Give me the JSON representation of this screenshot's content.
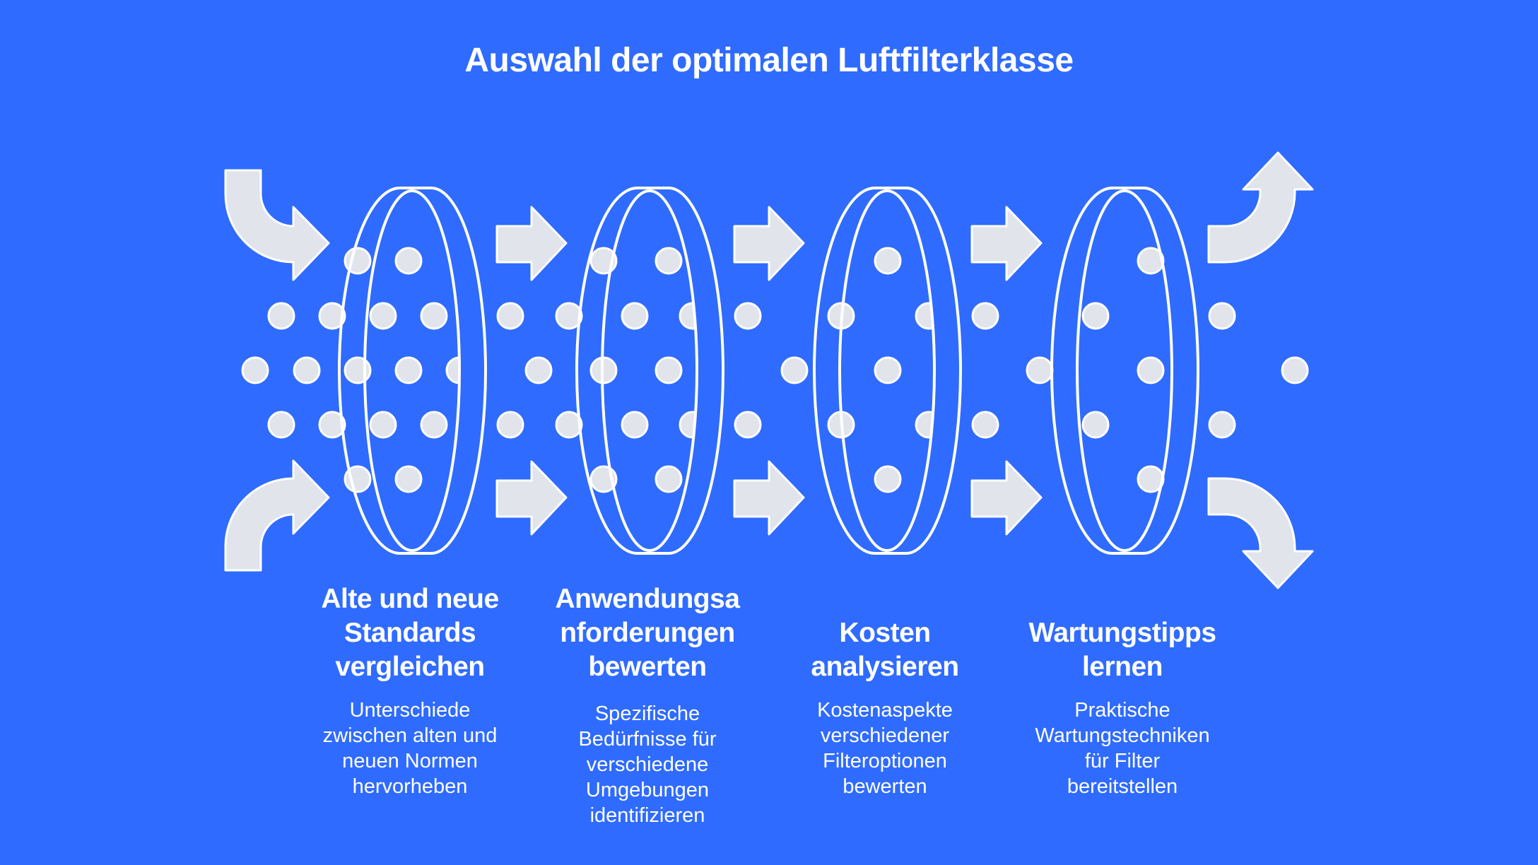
{
  "title": "Auswahl der optimalen Luftfilterklasse",
  "colors": {
    "background": "#2f6bff",
    "shape_fill": "#e2e4ec",
    "stroke": "#ffffff"
  },
  "steps": [
    {
      "heading": [
        "Alte und neue",
        "Standards",
        "vergleichen"
      ],
      "description": [
        "Unterschiede",
        "zwischen alten und",
        "neuen Normen",
        "hervorheben"
      ]
    },
    {
      "heading": [
        "Anwendungsa",
        "nforderungen",
        "bewerten"
      ],
      "description": [
        "Spezifische",
        "Bedürfnisse für",
        "verschiedene",
        "Umgebungen",
        "identifizieren"
      ]
    },
    {
      "heading": [
        "Kosten",
        "analysieren"
      ],
      "description": [
        "Kostenaspekte",
        "verschiedener",
        "Filteroptionen",
        "bewerten"
      ]
    },
    {
      "heading": [
        "Wartungstipps",
        "lernen"
      ],
      "description": [
        "Praktische",
        "Wartungstechniken",
        "für Filter",
        "bereitstellen"
      ]
    }
  ]
}
